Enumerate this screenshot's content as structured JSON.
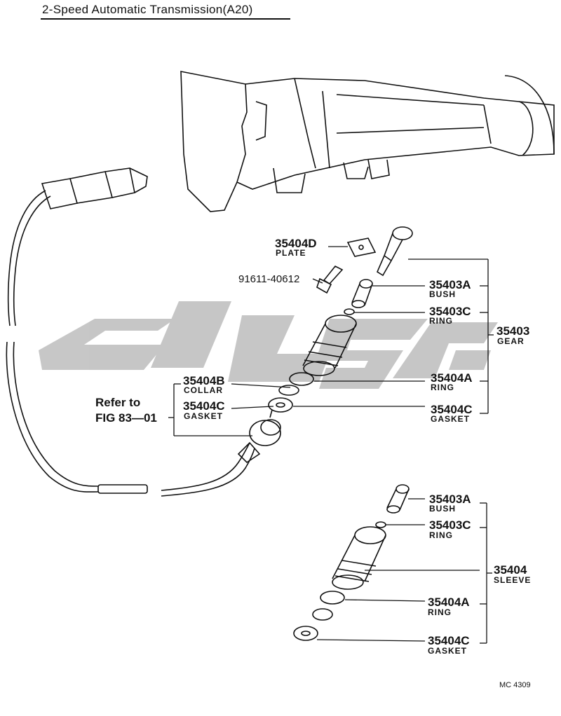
{
  "title": "2-Speed Automatic Transmission(A20)",
  "refer": {
    "line1": "Refer to",
    "line2": "FIG 83—01"
  },
  "figure_code": "MC 4309",
  "callouts": {
    "p35404D": {
      "number": "35404D",
      "name": "PLATE"
    },
    "p91611": {
      "number": "91611-40612"
    },
    "p35403A_top": {
      "number": "35403A",
      "name": "BUSH"
    },
    "p35403C_top": {
      "number": "35403C",
      "name": "RING"
    },
    "p35403": {
      "number": "35403",
      "name": "GEAR"
    },
    "p35404B": {
      "number": "35404B",
      "name": "COLLAR"
    },
    "p35404C_left": {
      "number": "35404C",
      "name": "GASKET"
    },
    "p35404A_top": {
      "number": "35404A",
      "name": "RING"
    },
    "p35404C_top": {
      "number": "35404C",
      "name": "GASKET"
    },
    "p35403A_bot": {
      "number": "35403A",
      "name": "BUSH"
    },
    "p35403C_bot": {
      "number": "35403C",
      "name": "RING"
    },
    "p35404": {
      "number": "35404",
      "name": "SLEEVE"
    },
    "p35404A_bot": {
      "number": "35404A",
      "name": "RING"
    },
    "p35404C_bot": {
      "number": "35404C",
      "name": "GASKET"
    }
  },
  "watermark_color": "#bdbdbd"
}
